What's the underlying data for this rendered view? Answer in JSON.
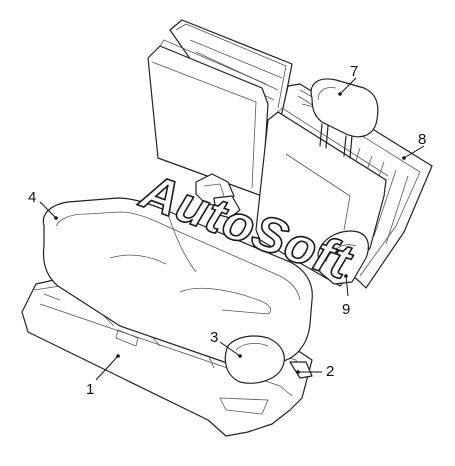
{
  "watermark": "AutoSoft",
  "callouts": [
    {
      "id": "1",
      "text": "1"
    },
    {
      "id": "2",
      "text": "2"
    },
    {
      "id": "3",
      "text": "3"
    },
    {
      "id": "4",
      "text": "4"
    },
    {
      "id": "7",
      "text": "7"
    },
    {
      "id": "8",
      "text": "8"
    },
    {
      "id": "9",
      "text": "9"
    }
  ]
}
